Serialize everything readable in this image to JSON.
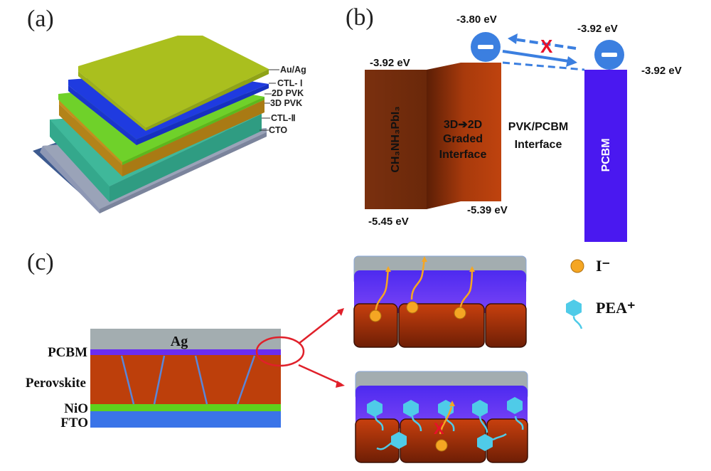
{
  "panels": {
    "a": {
      "label": "(a)",
      "layers": [
        "Au/Ag",
        "CTL- Ⅰ",
        "2D PVK",
        "3D PVK",
        "CTL-Ⅱ",
        "CTO"
      ],
      "colors": {
        "au_ag": "#a9be1c",
        "ctl1": "#1f3be0",
        "pvk2d": "#6fd12a",
        "pvk3d": "#c2901e",
        "ctl2": "#3fb89a",
        "cto": "#9aa3b8",
        "substrate": "#3d5a8f"
      }
    },
    "b": {
      "label": "(b)",
      "levels": {
        "mapi_lumo": "-3.92 eV",
        "mapi_homo": "-5.45 eV",
        "graded_lumo": "-3.80 eV",
        "graded_homo": "-5.39 eV",
        "pcbm_lumo_top": "-3.92 eV",
        "pcbm_lumo": "-3.92 eV"
      },
      "bands": {
        "mapi": "CH₃NH₃PbI₃",
        "graded_line1": "3D➔2D",
        "graded_line2": "Graded",
        "graded_line3": "Interface",
        "interface_line1": "PVK/PCBM",
        "interface_line2": "Interface",
        "pcbm": "PCBM"
      },
      "blocked_mark": "X",
      "electron_symbol": "−",
      "colors": {
        "mapi": "#6e2a0c",
        "graded": "#b8400e",
        "pcbm": "#4a18f0",
        "electron": "#3b7fe0",
        "arrow": "#3b7fe0",
        "block": "#e8102a"
      }
    },
    "c": {
      "label": "(c)",
      "stack": {
        "ag": "Ag",
        "pcbm": "PCBM",
        "perovskite": "Perovskite",
        "nio": "NiO",
        "fto": "FTO"
      },
      "legend": {
        "iodide": "I⁻",
        "pea": "PEA⁺"
      },
      "colors": {
        "ag": "#a3adb0",
        "pcbm": "#6a2df0",
        "perovskite": "#bd3f0b",
        "nio": "#5ed11c",
        "fto": "#3a74e8",
        "grain_boundary": "#5b86d8",
        "highlight": "#e0202a",
        "iodide": "#f5a623",
        "pea": "#4fcbe8"
      }
    }
  }
}
